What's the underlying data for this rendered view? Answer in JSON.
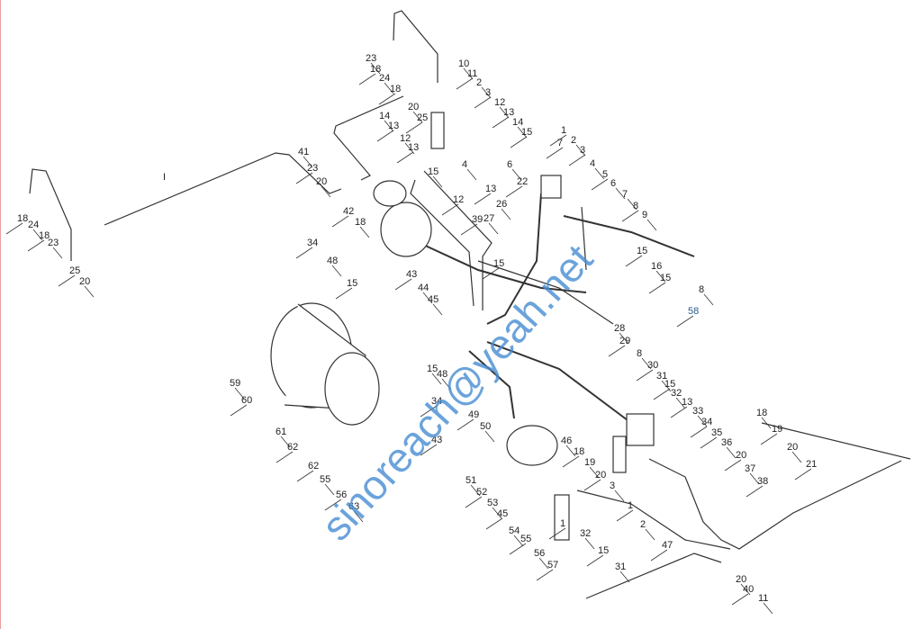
{
  "diagram": {
    "section_marker": "I",
    "watermark": "sinoreach@yeah.net",
    "callouts": [
      "23",
      "18",
      "24",
      "18",
      "20",
      "25",
      "10",
      "11",
      "2",
      "3",
      "12",
      "13",
      "14",
      "15",
      "14",
      "13",
      "12",
      "13",
      "15",
      "12",
      "4",
      "13",
      "26",
      "1",
      "2",
      "3",
      "4",
      "5",
      "6",
      "7",
      "6",
      "22",
      "7",
      "8",
      "9",
      "15",
      "16",
      "15",
      "8",
      "58",
      "41",
      "23",
      "20",
      "42",
      "18",
      "18",
      "24",
      "18",
      "23",
      "25",
      "20",
      "43",
      "44",
      "39",
      "27",
      "15",
      "45",
      "34",
      "48",
      "15",
      "28",
      "29",
      "8",
      "30",
      "31",
      "15",
      "32",
      "13",
      "33",
      "34",
      "59",
      "60",
      "61",
      "62",
      "48",
      "34",
      "15",
      "49",
      "50",
      "43",
      "46",
      "18",
      "19",
      "20",
      "3",
      "1",
      "2",
      "47",
      "51",
      "52",
      "53",
      "45",
      "54",
      "55",
      "56",
      "57",
      "32",
      "15",
      "31",
      "62",
      "55",
      "56",
      "63",
      "35",
      "36",
      "20",
      "37",
      "38",
      "18",
      "19",
      "20",
      "21",
      "20",
      "40",
      "11",
      "1"
    ]
  },
  "colors": {
    "line": "#333333",
    "watermark": "#468cd2",
    "callout_blue": "#2a5a8a"
  }
}
